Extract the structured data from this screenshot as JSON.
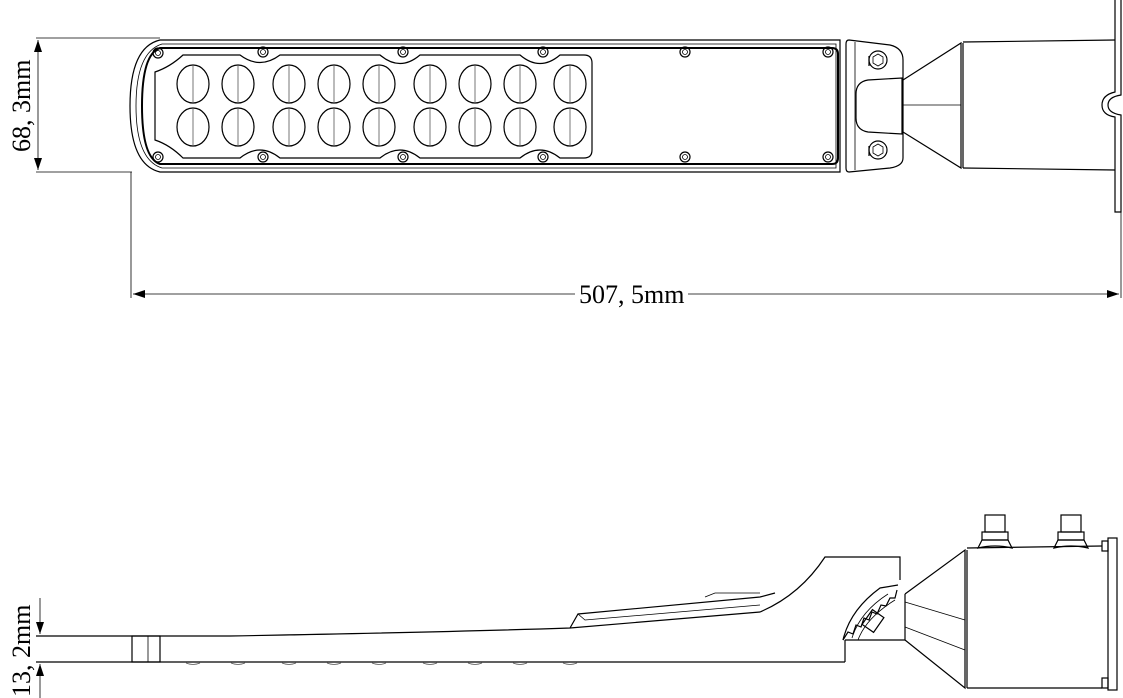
{
  "drawing": {
    "title": "LED street light technical drawing",
    "views": [
      "top-view",
      "side-view"
    ],
    "dimensions": {
      "height_top_view": "68, 3mm",
      "length": "507, 5mm",
      "thickness_side_view": "13, 2mm"
    },
    "led_grid": {
      "rows": 2,
      "columns": 9
    },
    "colors": {
      "line": "#000000",
      "background": "#ffffff"
    }
  }
}
